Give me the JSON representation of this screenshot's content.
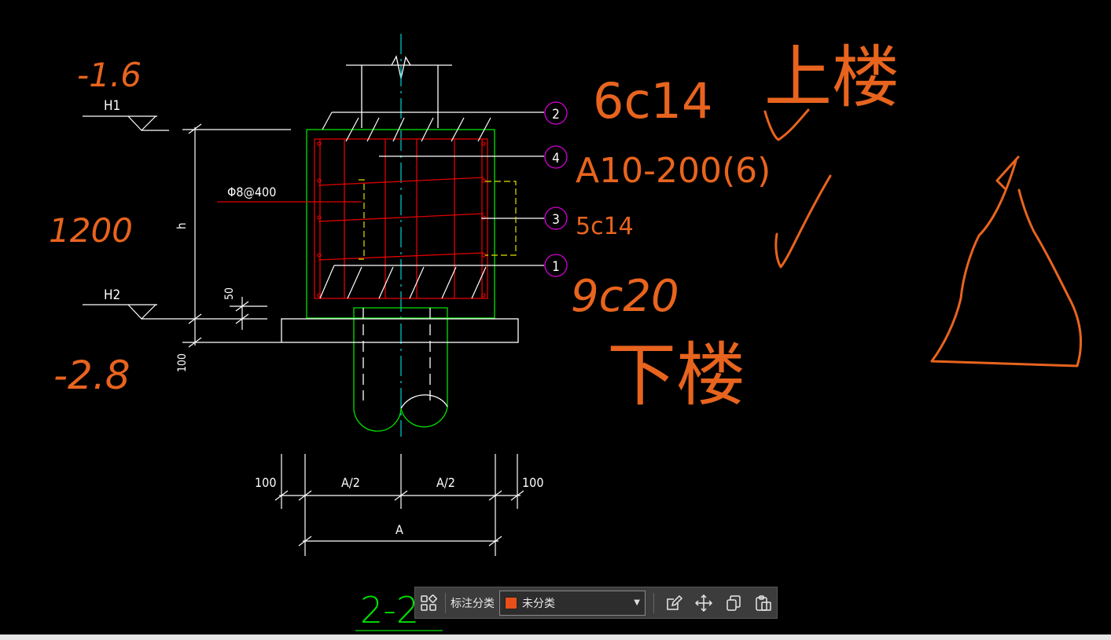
{
  "drawing": {
    "section_label": "2-2",
    "elevations": {
      "h1": "H1",
      "h2": "H2"
    },
    "height_label": "h",
    "rebar_note": "Φ8@400",
    "dim_50": "50",
    "dim_100_vertical": "100",
    "dim_100_left": "100",
    "dim_100_right": "100",
    "dim_half_left": "A/2",
    "dim_half_right": "A/2",
    "dim_total": "A",
    "callouts": [
      "1",
      "2",
      "3",
      "4"
    ]
  },
  "handwriting": {
    "elev_top": "-1.6",
    "elev_bottom": "-2.8",
    "height": "1200",
    "bar2": "6c14",
    "bar4": "A10-200(6)",
    "bar3": "5c14",
    "bar1": "9c20",
    "upper_floor": "上楼",
    "lower_floor": "下楼"
  },
  "toolbar": {
    "label": "标注分类",
    "selected": "未分类",
    "swatch_color": "#e8501a"
  },
  "colors": {
    "annotation_ink": "#e8641e",
    "concrete_outline": "#00e000",
    "rebar": "#e00000",
    "callout": "#d400d4",
    "centerline": "#00d4d4",
    "dimension": "#ffffff"
  }
}
